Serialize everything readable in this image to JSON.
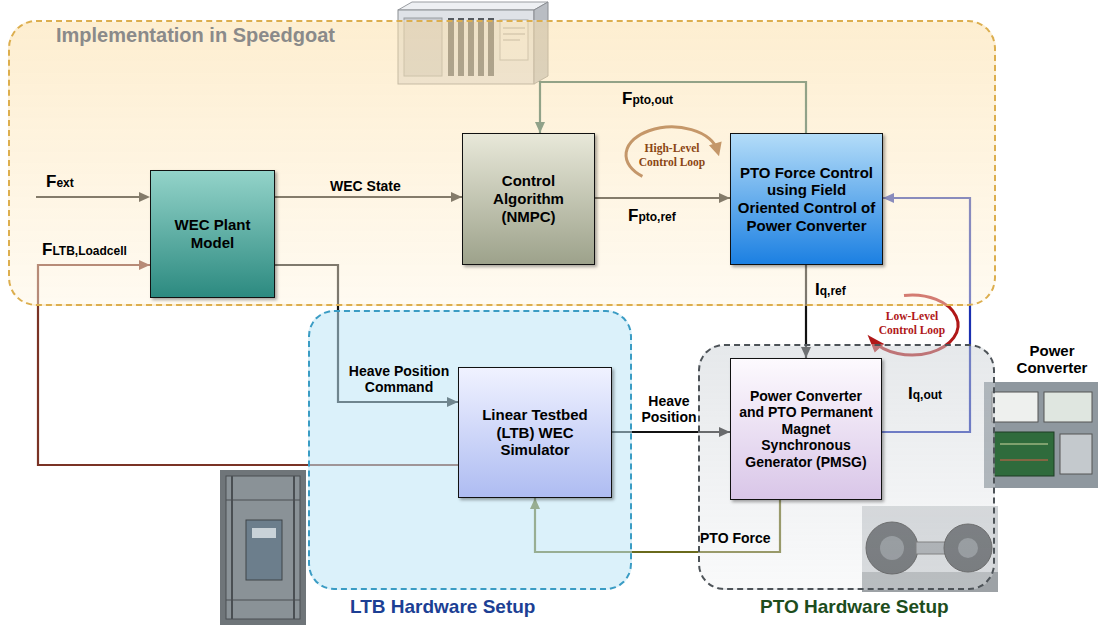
{
  "diagram": {
    "nodes": [
      {
        "text": [
          "Implementation in Speedgoat"
        ]
      },
      {
        "text": [
          "WEC Plant Model"
        ],
        "in": 0
      },
      {
        "text": [
          "Control Algorithm (NMPC)"
        ],
        "in": 0
      },
      {
        "text": [
          "PTO Force Control using Field Oriented Control of Power Converter"
        ],
        "in": 0
      },
      {
        "text": [
          "LTB Hardware Setup"
        ]
      },
      {
        "text": [
          "Linear Testbed (LTB) WEC Simulator"
        ],
        "in": 4
      },
      {
        "text": [
          "PTO Hardware Setup"
        ]
      },
      {
        "text": [
          "Power Converter and PTO Permanent Magnet Synchronous Generator (PMSG)"
        ],
        "in": 6
      }
    ],
    "edges": [
      {
        "from": 1,
        "to": 2,
        "arrow": "to",
        "label": "WEC State"
      },
      {
        "from": 2,
        "to": 3,
        "arrow": "to",
        "label": "Fpto,ref"
      },
      {
        "from": 3,
        "to": 2,
        "arrow": "to",
        "label": "Fpto,out"
      },
      {
        "from": 3,
        "to": 7,
        "arrow": "to",
        "label": "Iq,ref"
      },
      {
        "from": 7,
        "to": 3,
        "arrow": "to",
        "label": "Iq,out"
      },
      {
        "from": 1,
        "to": 5,
        "arrow": "to",
        "label": "Heave Position Command"
      },
      {
        "from": 5,
        "to": 7,
        "arrow": "to",
        "label": "Heave Position"
      },
      {
        "from": 7,
        "to": 5,
        "arrow": "to",
        "label": "PTO Force"
      },
      {
        "from": 5,
        "to": 1,
        "arrow": "to",
        "label": "FLTB,Loadcell"
      }
    ],
    "labels": [
      "Fext",
      "High-Level Control Loop",
      "Low-Level Control Loop",
      "Power Converter"
    ]
  }
}
